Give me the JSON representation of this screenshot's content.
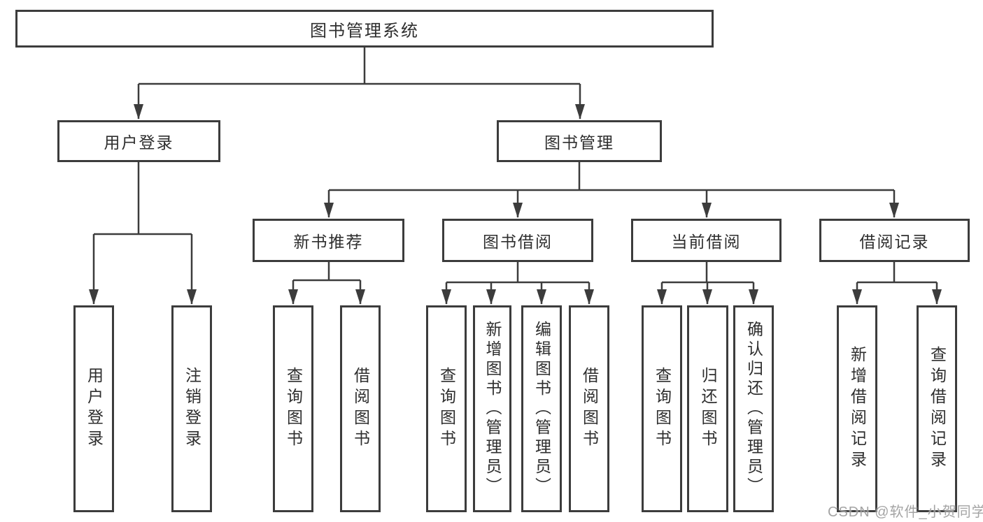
{
  "nodes": {
    "root": "图书管理系统",
    "user_login_branch": "用户登录",
    "book_mgmt_branch": "图书管理",
    "new_book_rec": "新书推荐",
    "book_borrow": "图书借阅",
    "current_borrow": "当前借阅",
    "borrow_record": "借阅记录",
    "leaf_user_login": "用户登录",
    "leaf_logout": "注销登录",
    "leaf_query_book_1": "查询图书",
    "leaf_borrow_book_1": "借阅图书",
    "leaf_query_book_2": "查询图书",
    "leaf_add_book": "新增图书（管理员）",
    "leaf_edit_book": "编辑图书（管理员）",
    "leaf_borrow_book_2": "借阅图书",
    "leaf_query_book_3": "查询图书",
    "leaf_return_book": "归还图书",
    "leaf_confirm_return": "确认归还（管理员）",
    "leaf_add_record": "新增借阅记录",
    "leaf_query_record": "查询借阅记录"
  },
  "hierarchy": {
    "root": "图书管理系统",
    "children": [
      {
        "label": "用户登录",
        "children": [
          "用户登录",
          "注销登录"
        ]
      },
      {
        "label": "图书管理",
        "children": [
          {
            "label": "新书推荐",
            "children": [
              "查询图书",
              "借阅图书"
            ]
          },
          {
            "label": "图书借阅",
            "children": [
              "查询图书",
              "新增图书（管理员）",
              "编辑图书（管理员）",
              "借阅图书"
            ]
          },
          {
            "label": "当前借阅",
            "children": [
              "查询图书",
              "归还图书",
              "确认归还（管理员）"
            ]
          },
          {
            "label": "借阅记录",
            "children": [
              "新增借阅记录",
              "查询借阅记录"
            ]
          }
        ]
      }
    ]
  },
  "watermark": {
    "text": "CSDN @软件_小贺同学"
  },
  "colors": {
    "background": "#ffffff",
    "line": "#3c3c3c",
    "box_border": "#3c3c3c",
    "text": "#2e2e2e",
    "watermark": "#9b9b9b"
  }
}
